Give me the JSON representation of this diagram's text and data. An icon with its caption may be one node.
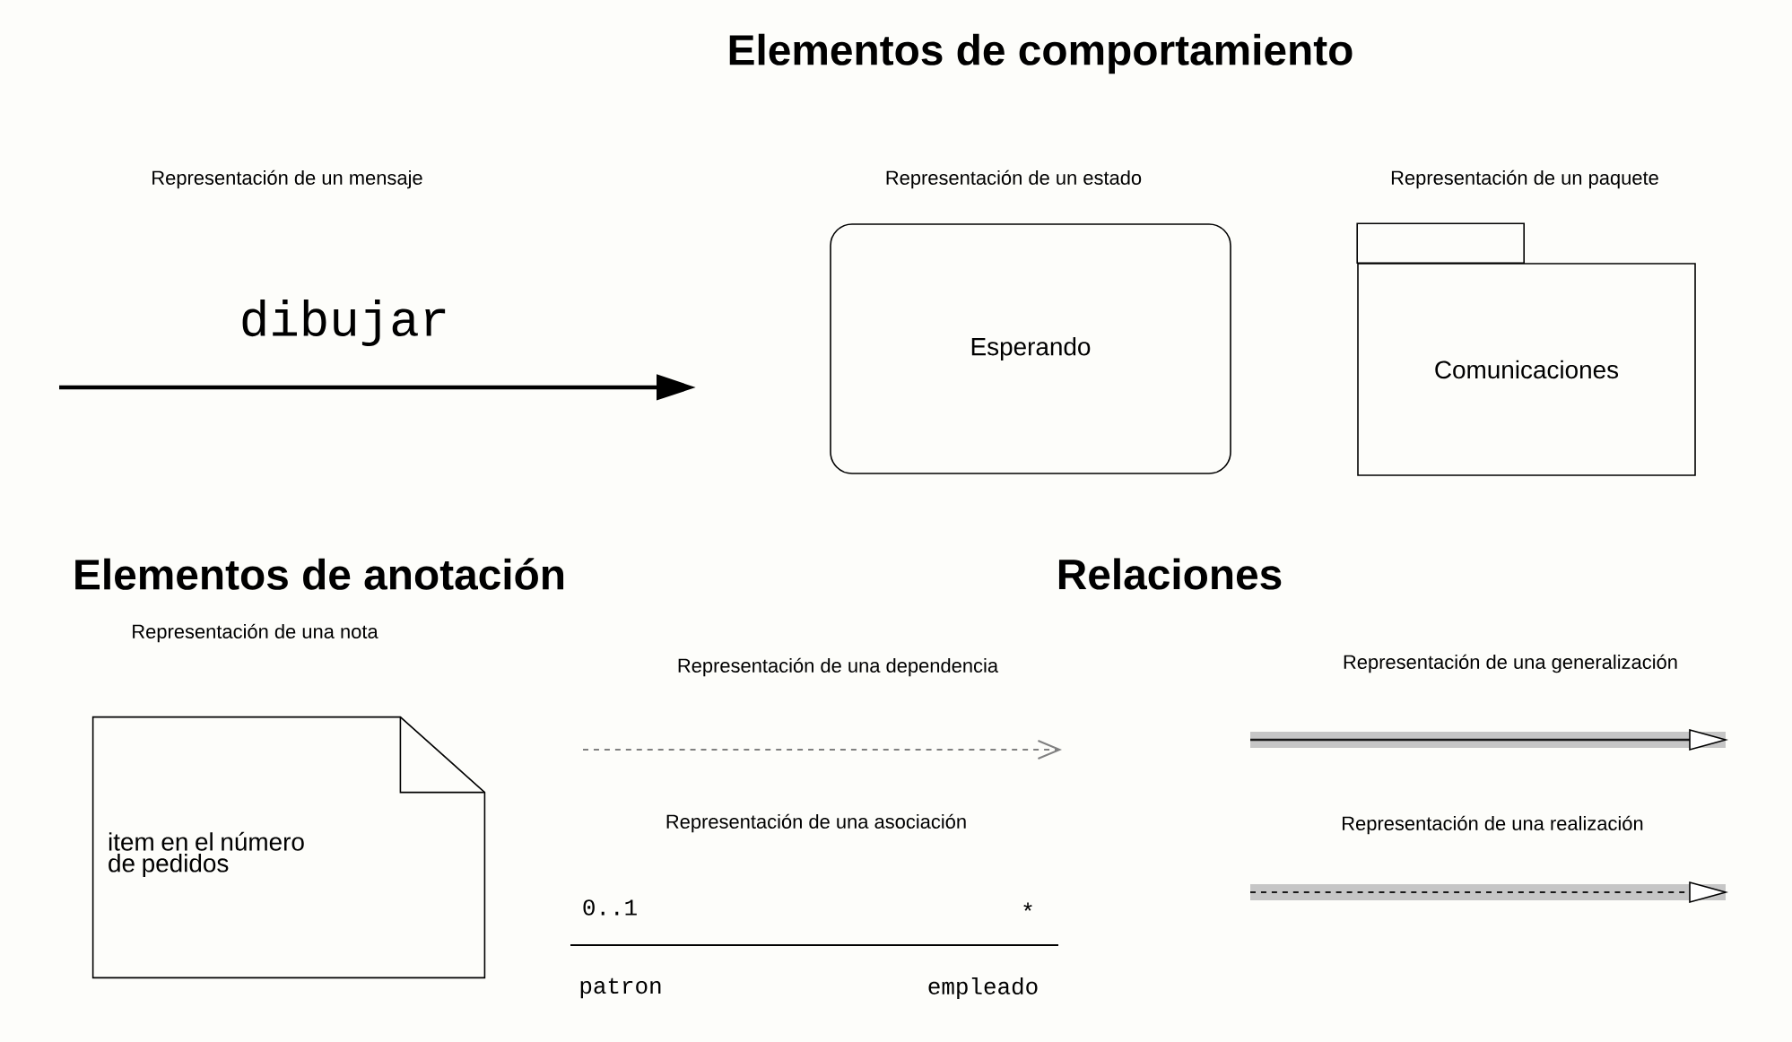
{
  "diagram": {
    "nodes": [
      {
        "text": [
          "Esperando"
        ],
        "beside": [
          "Representación de un estado"
        ]
      },
      {
        "text": [
          "Comunicaciones"
        ],
        "beside": [
          "Representación de un paquete"
        ]
      },
      {
        "text": [
          "item en el número de pedidos"
        ],
        "beside": [
          "Representación de una nota"
        ]
      }
    ],
    "labels": [
      "Elementos de comportamiento",
      "Representación de un mensaje",
      "dibujar",
      "Elementos de anotación",
      "Relaciones",
      "Representación de una dependencia",
      "Representación de una generalización",
      "Representación de una asociación",
      "Representación de una realización",
      "0..1",
      "*",
      "patron",
      "empleado"
    ]
  }
}
